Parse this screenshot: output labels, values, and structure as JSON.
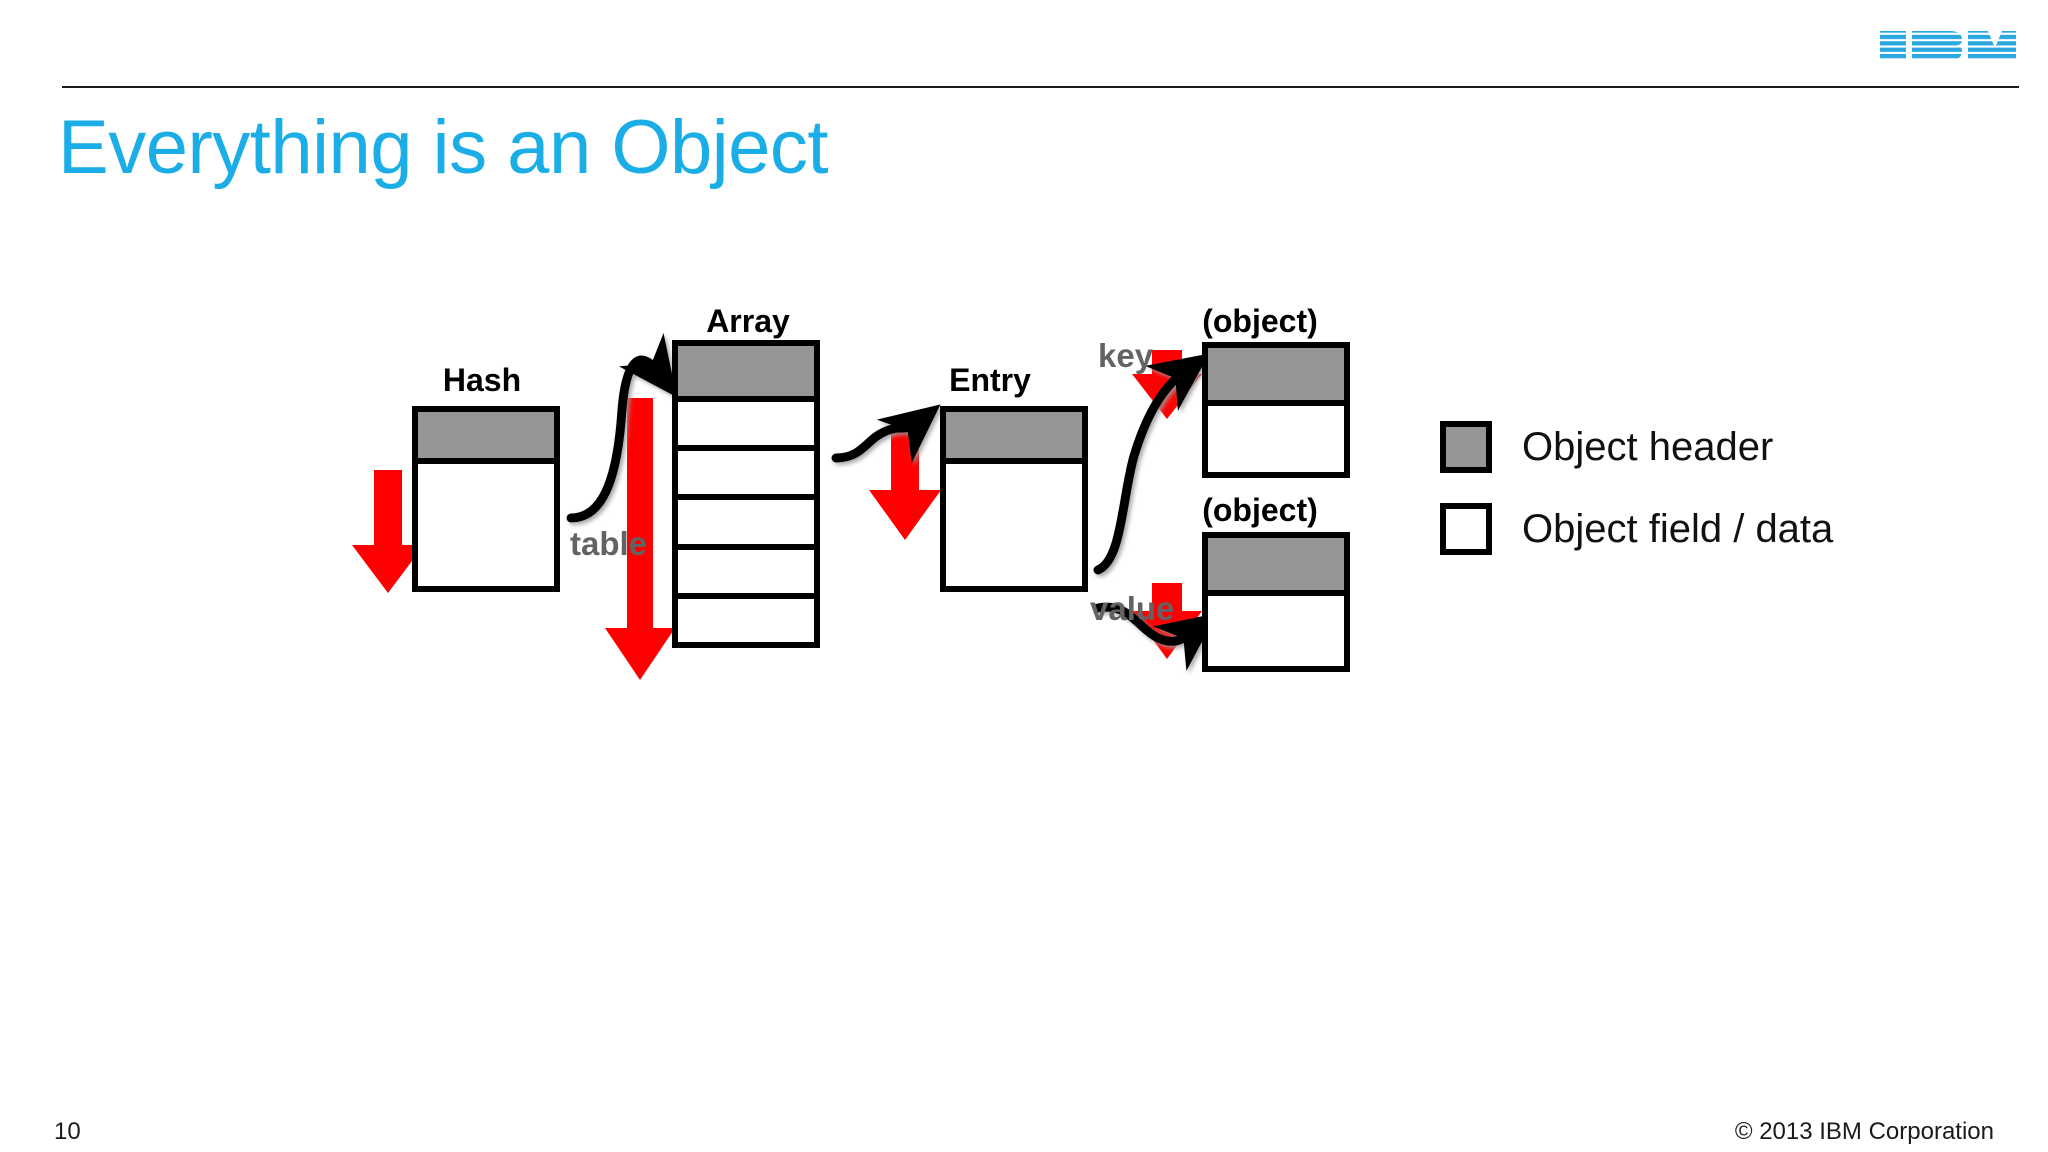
{
  "header": {
    "logo_alt": "IBM",
    "logo_color": "#2BA8E0"
  },
  "title": "Everything is an Object",
  "title_color": "#1BAEE6",
  "diagram": {
    "boxes": [
      {
        "id": "hash",
        "label": "Hash",
        "header_cells": 1,
        "field_cells": 1
      },
      {
        "id": "array",
        "label": "Array",
        "header_cells": 1,
        "field_cells": 5
      },
      {
        "id": "entry",
        "label": "Entry",
        "header_cells": 1,
        "field_cells": 1
      },
      {
        "id": "object1",
        "label": "(object)",
        "header_cells": 1,
        "field_cells": 1
      },
      {
        "id": "object2",
        "label": "(object)",
        "header_cells": 1,
        "field_cells": 1
      }
    ],
    "edge_labels": [
      {
        "id": "table",
        "text": "table"
      },
      {
        "id": "key",
        "text": "key"
      },
      {
        "id": "value",
        "text": "value"
      }
    ],
    "colors": {
      "object_header": "#969696",
      "object_field": "#FFFFFF",
      "box_stroke": "#000000",
      "pointer_arrow": "#000000",
      "field_arrow": "#FF0000",
      "edge_label": "#636363"
    }
  },
  "legend": {
    "items": [
      {
        "swatch": "gray",
        "label": "Object header"
      },
      {
        "swatch": "white",
        "label": "Object field / data"
      }
    ]
  },
  "footer": {
    "page_number": "10",
    "copyright": "© 2013 IBM Corporation"
  }
}
